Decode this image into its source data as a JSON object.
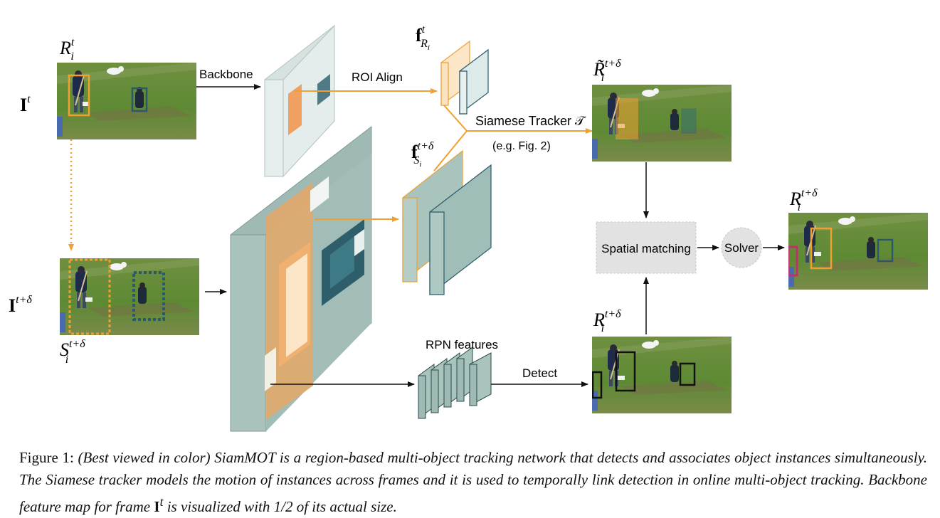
{
  "labels": {
    "backbone": "Backbone",
    "roi_align": "ROI Align",
    "siamese_tracker": "Siamese Tracker 𝒯",
    "siamese_tracker_ref": "(e.g. Fig. 2)",
    "rpn_features": "RPN features",
    "detect": "Detect",
    "spatial_matching": "Spatial matching",
    "solver": "Solver"
  },
  "math_labels": {
    "frame_t": {
      "base": "I",
      "sup": "t"
    },
    "frame_t_delta": {
      "base": "I",
      "sup": "t+δ"
    },
    "region_t": {
      "base": "R",
      "sub": "i",
      "sup": "t"
    },
    "search_region": {
      "base": "S",
      "sub": "i",
      "sup": "t+δ"
    },
    "feat_r": {
      "base": "f",
      "sub": "R",
      "subsub": "i",
      "sup": "t"
    },
    "feat_s": {
      "base": "f",
      "sub": "S",
      "subsub": "i",
      "sup": "t+δ"
    },
    "tracked_region": {
      "base": "R̃",
      "sub": "i",
      "sup": "t+δ"
    },
    "detected_region": {
      "base": "R",
      "sub": "i",
      "sup": "t+δ"
    },
    "output_region": {
      "base": "R",
      "sub": "i",
      "sup": "t+δ"
    }
  },
  "caption": {
    "lead": "Figure 1:",
    "text_part1": "(Best viewed in color) SiamMOT is a region-based multi-object tracking network that detects and associates object instances simultaneously. The Siamese tracker models the motion of instances across frames and it is used to temporally link detection in online multi-object tracking. Backbone feature map for frame",
    "frame_symbol": "I",
    "frame_sup": "t",
    "text_part2": "is visualized with 1/2 of its actual size."
  },
  "colors": {
    "orange": "#f0a030",
    "orange_fill": "#e8a060",
    "teal": "#2a5a6a",
    "teal_fill": "#a8c4bc",
    "light_box": "#e3eceb",
    "magenta": "#c0306a",
    "gray_box": "#e2e2e2"
  }
}
